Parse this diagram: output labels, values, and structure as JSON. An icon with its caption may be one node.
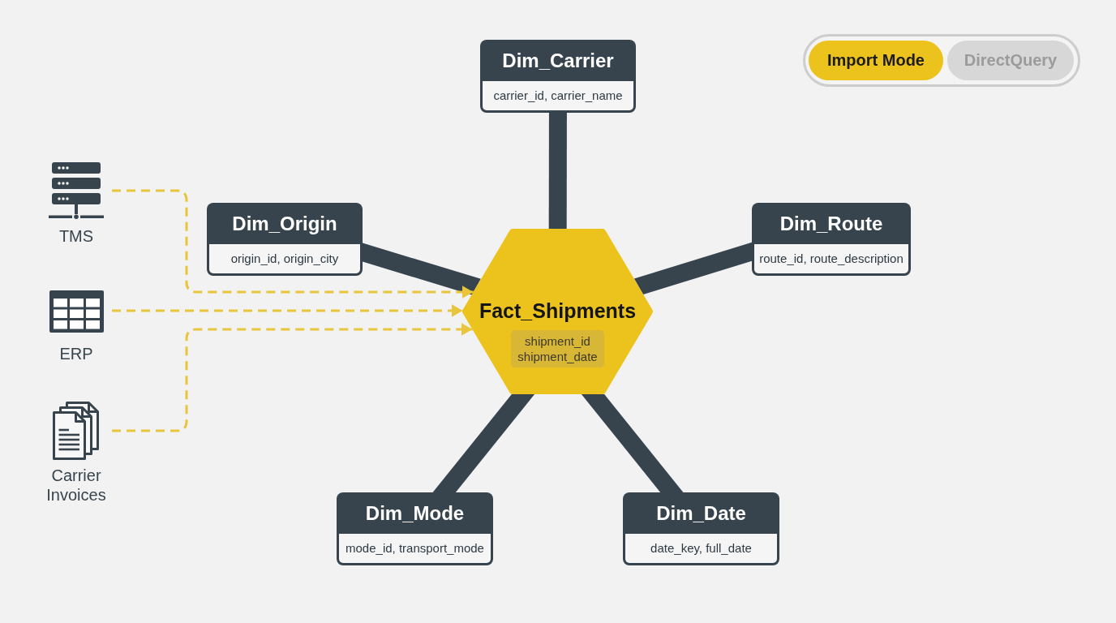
{
  "diagram": {
    "nodes": [
      {
        "text": [
          "Dim_Carrier",
          "carrier_id, carrier_name"
        ]
      },
      {
        "text": [
          "Dim_Origin",
          "origin_id, origin_city"
        ]
      },
      {
        "text": [
          "Dim_Route",
          "route_id, route_description"
        ]
      },
      {
        "text": [
          "TMS"
        ]
      },
      {
        "text": [
          "Fact_Shipments",
          "shipment_id shipment_date"
        ]
      },
      {
        "text": [
          "ERP"
        ]
      },
      {
        "text": [
          "Carrier Invoices"
        ]
      },
      {
        "text": [
          "Dim_Mode",
          "mode_id, transport_mode"
        ]
      },
      {
        "text": [
          "Dim_Date",
          "date_key, full_date"
        ]
      }
    ],
    "edges": [
      {
        "from": 0,
        "to": 4,
        "arrow": "none"
      },
      {
        "from": 1,
        "to": 4,
        "arrow": "none"
      },
      {
        "from": 2,
        "to": 4,
        "arrow": "none"
      },
      {
        "from": 7,
        "to": 4,
        "arrow": "none"
      },
      {
        "from": 8,
        "to": 4,
        "arrow": "none"
      },
      {
        "from": 3,
        "to": 4,
        "arrow": "to",
        "style": "dashed",
        "color": "#e8c53a"
      },
      {
        "from": 5,
        "to": 4,
        "arrow": "to",
        "style": "dashed",
        "color": "#e8c53a"
      },
      {
        "from": 6,
        "to": 4,
        "arrow": "to",
        "style": "dashed",
        "color": "#e8c53a"
      }
    ],
    "labels": [
      "Import Mode",
      "DirectQuery"
    ]
  }
}
